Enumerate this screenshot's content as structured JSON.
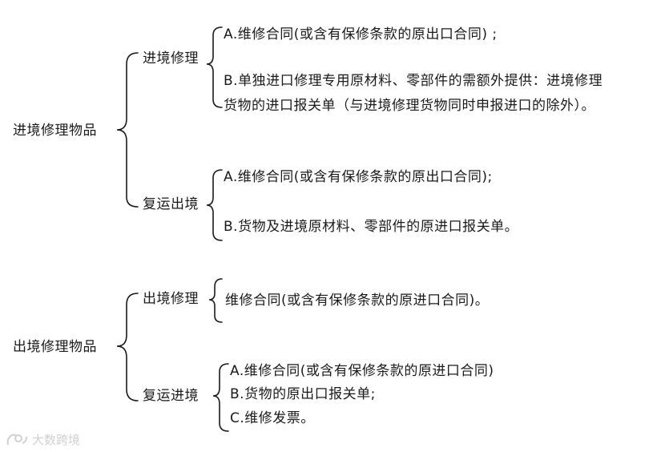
{
  "tree": [
    {
      "label": "进境修理物品",
      "children": [
        {
          "label": "进境修理",
          "items": [
            "A.维修合同(或含有保修条款的原出口合同) ;",
            "B.单独进口修理专用原材料、零部件的需额外提供：进境修理",
            "货物的进口报关单（与进境修理货物同时申报进口的除外）。"
          ]
        },
        {
          "label": "复运出境",
          "items": [
            "A.维修合同(或含有保修条款的原出口合同);",
            "B.货物及进境原材料、零部件的原进口报关单。"
          ]
        }
      ]
    },
    {
      "label": "出境修理物品",
      "children": [
        {
          "label": "出境修理",
          "items": [
            "维修合同(或含有保修条款的原进口合同)。"
          ]
        },
        {
          "label": "复运进境",
          "items": [
            "A.维修合同(或含有保修条款的原进口合同)",
            "B.货物的原出口报关单;",
            "C.维修发票。"
          ]
        }
      ]
    }
  ],
  "watermark": "大数跨境"
}
